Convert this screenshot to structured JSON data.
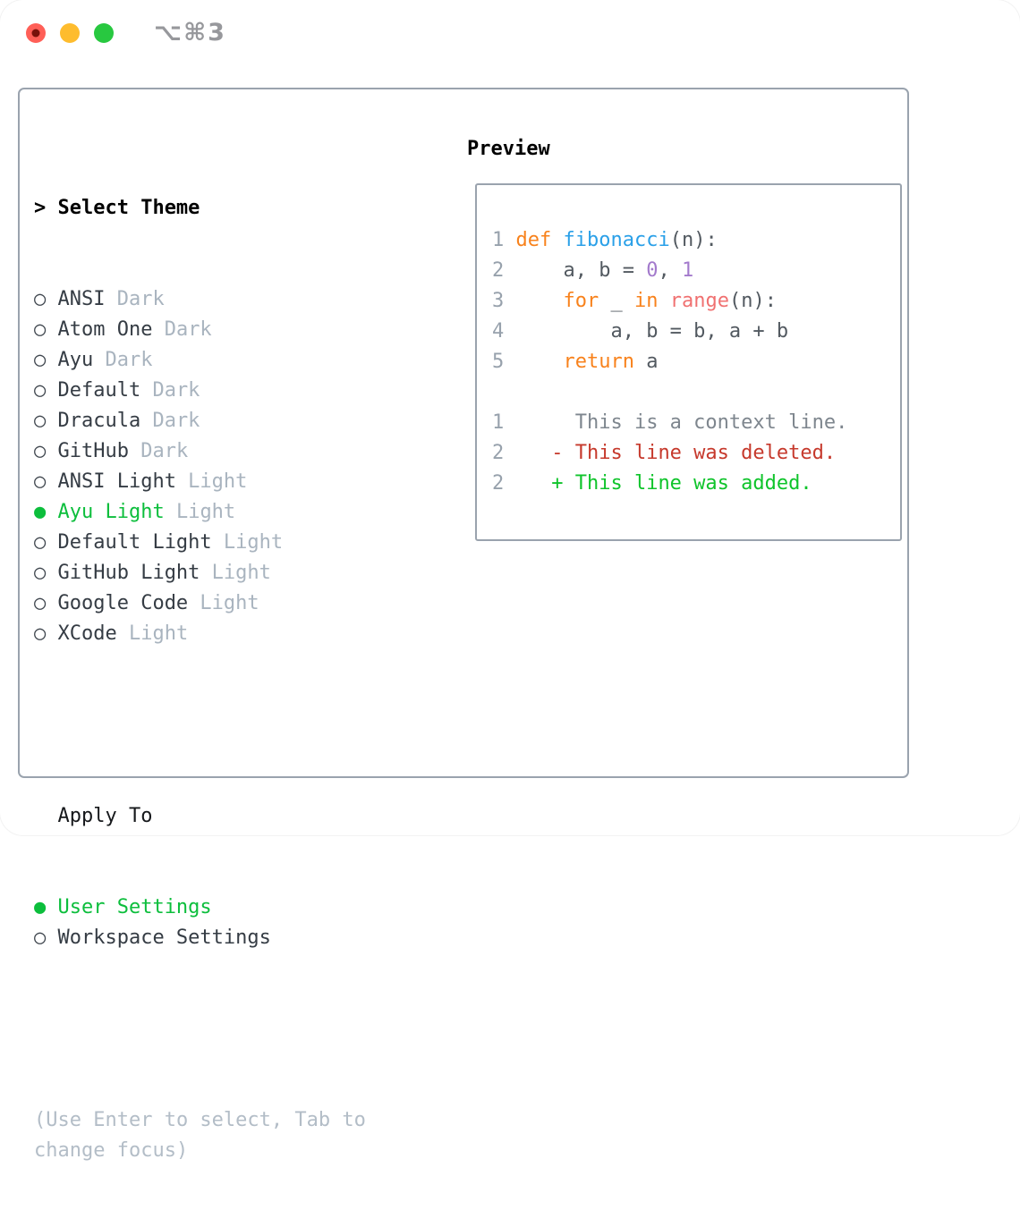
{
  "window": {
    "shortcut": "⌥⌘3",
    "controls": [
      {
        "name": "close",
        "color": "#FF5F57",
        "dot": true
      },
      {
        "name": "minimize",
        "color": "#FEBC2E",
        "dot": false
      },
      {
        "name": "zoom",
        "color": "#28C840",
        "dot": false
      }
    ]
  },
  "theme_menu": {
    "prompt": ">",
    "title": "Select Theme",
    "bullet_unselected": "○",
    "bullet_selected": "●",
    "items": [
      {
        "label": "ANSI",
        "variant": "Dark",
        "selected": false
      },
      {
        "label": "Atom One",
        "variant": "Dark",
        "selected": false
      },
      {
        "label": "Ayu",
        "variant": "Dark",
        "selected": false
      },
      {
        "label": "Default",
        "variant": "Dark",
        "selected": false
      },
      {
        "label": "Dracula",
        "variant": "Dark",
        "selected": false
      },
      {
        "label": "GitHub",
        "variant": "Dark",
        "selected": false
      },
      {
        "label": "ANSI Light",
        "variant": "Light",
        "selected": false
      },
      {
        "label": "Ayu Light",
        "variant": "Light",
        "selected": true
      },
      {
        "label": "Default Light",
        "variant": "Light",
        "selected": false
      },
      {
        "label": "GitHub Light",
        "variant": "Light",
        "selected": false
      },
      {
        "label": "Google Code",
        "variant": "Light",
        "selected": false
      },
      {
        "label": "XCode",
        "variant": "Light",
        "selected": false
      }
    ]
  },
  "apply_to": {
    "title": "Apply To",
    "options": [
      {
        "label": "User Settings",
        "selected": true
      },
      {
        "label": "Workspace Settings",
        "selected": false
      }
    ]
  },
  "hint": "(Use Enter to select, Tab to change focus)",
  "preview": {
    "title": "Preview",
    "lines": [
      [
        {
          "c": "lineno",
          "t": "1"
        },
        {
          "c": "plain",
          "t": " "
        },
        {
          "c": "kw",
          "t": "def"
        },
        {
          "c": "plain",
          "t": " "
        },
        {
          "c": "fn",
          "t": "fibonacci"
        },
        {
          "c": "plain",
          "t": "(n):"
        }
      ],
      [
        {
          "c": "lineno",
          "t": "2"
        },
        {
          "c": "plain",
          "t": "     a, b = "
        },
        {
          "c": "num",
          "t": "0"
        },
        {
          "c": "plain",
          "t": ", "
        },
        {
          "c": "num",
          "t": "1"
        }
      ],
      [
        {
          "c": "lineno",
          "t": "3"
        },
        {
          "c": "plain",
          "t": "     "
        },
        {
          "c": "kw",
          "t": "for"
        },
        {
          "c": "plain",
          "t": " _ "
        },
        {
          "c": "kw",
          "t": "in"
        },
        {
          "c": "plain",
          "t": " "
        },
        {
          "c": "call",
          "t": "range"
        },
        {
          "c": "plain",
          "t": "(n):"
        }
      ],
      [
        {
          "c": "lineno",
          "t": "4"
        },
        {
          "c": "plain",
          "t": "         a, b = b, a + b"
        }
      ],
      [
        {
          "c": "lineno",
          "t": "5"
        },
        {
          "c": "plain",
          "t": "     "
        },
        {
          "c": "kw",
          "t": "return"
        },
        {
          "c": "plain",
          "t": " a"
        }
      ],
      [],
      [
        {
          "c": "lineno",
          "t": "1"
        },
        {
          "c": "ctx",
          "t": "      This is a context line."
        }
      ],
      [
        {
          "c": "lineno",
          "t": "2"
        },
        {
          "c": "plain",
          "t": "    "
        },
        {
          "c": "del",
          "t": "- This line was deleted."
        }
      ],
      [
        {
          "c": "lineno",
          "t": "2"
        },
        {
          "c": "plain",
          "t": "    "
        },
        {
          "c": "add",
          "t": "+ This line was added."
        }
      ]
    ]
  },
  "colors": {
    "selection_green": "#0CBE3C",
    "keyword_orange": "#F8821C",
    "function_blue": "#2AA0E8",
    "number_purple": "#A37ACC",
    "builtin_coral": "#F07171",
    "diff_added_green": "#0FC42B",
    "diff_deleted_red": "#C6392C",
    "muted_gray": "#A9B4BF",
    "border_gray": "#9AA3AE"
  }
}
